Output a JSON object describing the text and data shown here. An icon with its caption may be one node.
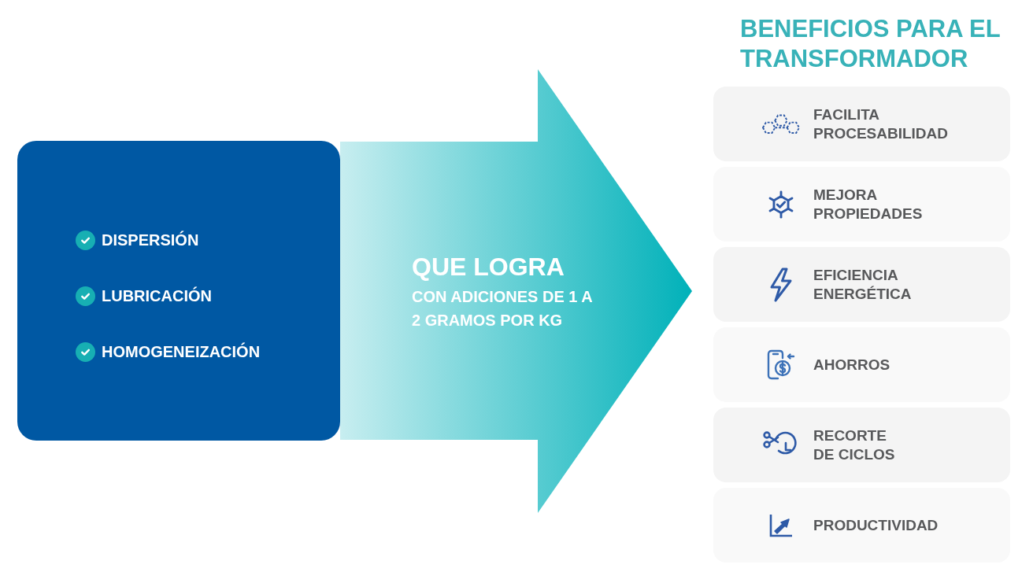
{
  "diagram": {
    "title": "BENEFICIOS PARA EL TRANSFORMADOR",
    "nodes": [
      {
        "text": [
          "DISPERSIÓN",
          "LUBRICACIÓN",
          "HOMOGENEIZACIÓN"
        ]
      },
      {
        "text": [
          "QUE LOGRA",
          "CON ADICIONES DE 1 A 2 GRAMOS POR KG"
        ]
      },
      {
        "text": [
          "FACILITA PROCESABILIDAD"
        ]
      },
      {
        "text": [
          "MEJORA PROPIEDADES"
        ]
      },
      {
        "text": [
          "EFICIENCIA ENERGÉTICA"
        ]
      },
      {
        "text": [
          "AHORROS"
        ]
      },
      {
        "text": [
          "RECORTE DE CICLOS"
        ]
      },
      {
        "text": [
          "PRODUCTIVIDAD"
        ]
      }
    ]
  }
}
